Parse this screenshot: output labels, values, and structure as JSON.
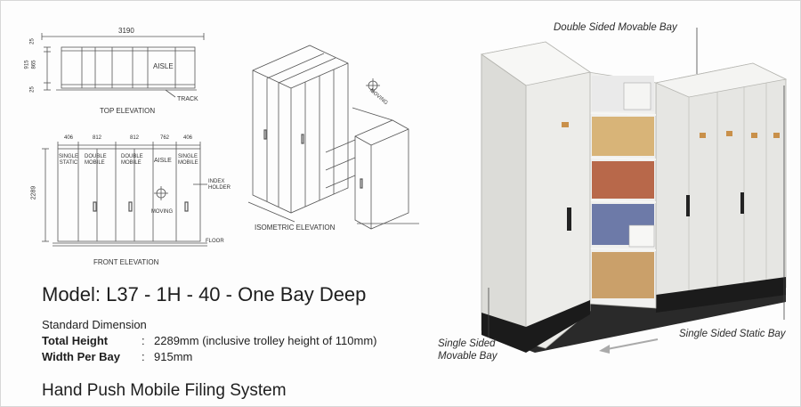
{
  "top_elevation": {
    "label": "TOP ELEVATION",
    "width_dim": "3190",
    "depth_dims": [
      "25",
      "915",
      "865",
      "25"
    ],
    "aisle_label": "AISLE",
    "track_label": "TRACK"
  },
  "front_elevation": {
    "label": "FRONT ELEVATION",
    "width_dims": [
      "406",
      "812",
      "812",
      "762",
      "406"
    ],
    "height_dim": "2289",
    "bays": [
      {
        "line1": "SINGLE",
        "line2": "STATIC"
      },
      {
        "line1": "DOUBLE",
        "line2": "MOBILE"
      },
      {
        "line1": "DOUBLE",
        "line2": "MOBILE"
      },
      {
        "line1": "AISLE",
        "line2": ""
      },
      {
        "line1": "SINGLE",
        "line2": "MOBILE"
      }
    ],
    "moving_label": "MOVING",
    "index_holder_label": [
      "INDEX",
      "HOLDER"
    ],
    "floor_label": "FLOOR"
  },
  "isometric_elevation": {
    "label": "ISOMETRIC ELEVATION",
    "moving_label": "MOVING"
  },
  "model_title": "Model: L37 - 1H - 40 - One Bay Deep",
  "spec": {
    "heading": "Standard Dimension",
    "rows": [
      {
        "label": "Total Height",
        "value": "2289mm (inclusive trolley height of 110mm)"
      },
      {
        "label": "Width Per Bay",
        "value": "915mm"
      }
    ]
  },
  "footer_title": "Hand Push Mobile Filing System",
  "callouts": {
    "double_sided_movable": "Double Sided Movable Bay",
    "single_sided_static": "Single Sided Static Bay",
    "single_sided_movable": [
      "Single Sided",
      "Movable Bay"
    ]
  },
  "colors": {
    "cabinet": "#e9e9e6",
    "cabinet_shade": "#d3d3cf",
    "base": "#1b1b1b",
    "label_tab": "#c9904a",
    "line": "#555555"
  },
  "icons": [
    "moving-icon"
  ]
}
